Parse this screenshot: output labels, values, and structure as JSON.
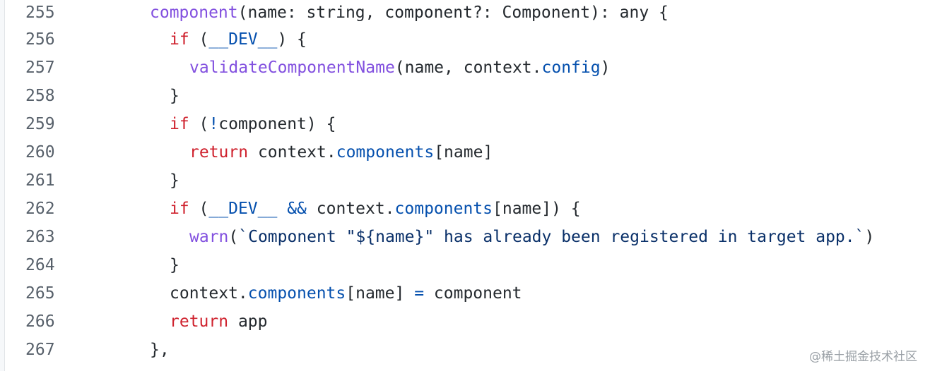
{
  "lines": [
    {
      "n": "255",
      "tokens": [
        {
          "t": "component",
          "c": "fn"
        },
        {
          "t": "(name: string, component?: Component): any {",
          "c": ""
        }
      ]
    },
    {
      "n": "256",
      "tokens": [
        {
          "t": "if",
          "c": "kw"
        },
        {
          "t": " (",
          "c": ""
        },
        {
          "t": "__DEV__",
          "c": "prop"
        },
        {
          "t": ") {",
          "c": ""
        }
      ]
    },
    {
      "n": "257",
      "tokens": [
        {
          "t": "validateComponentName",
          "c": "fn"
        },
        {
          "t": "(name, context.",
          "c": ""
        },
        {
          "t": "config",
          "c": "prop"
        },
        {
          "t": ")",
          "c": ""
        }
      ]
    },
    {
      "n": "258",
      "tokens": [
        {
          "t": "}",
          "c": ""
        }
      ]
    },
    {
      "n": "259",
      "tokens": [
        {
          "t": "if",
          "c": "kw"
        },
        {
          "t": " (",
          "c": ""
        },
        {
          "t": "!",
          "c": "op"
        },
        {
          "t": "component) {",
          "c": ""
        }
      ]
    },
    {
      "n": "260",
      "tokens": [
        {
          "t": "return",
          "c": "kw"
        },
        {
          "t": " context.",
          "c": ""
        },
        {
          "t": "components",
          "c": "prop"
        },
        {
          "t": "[name]",
          "c": ""
        }
      ]
    },
    {
      "n": "261",
      "tokens": [
        {
          "t": "}",
          "c": ""
        }
      ]
    },
    {
      "n": "262",
      "tokens": [
        {
          "t": "if",
          "c": "kw"
        },
        {
          "t": " (",
          "c": ""
        },
        {
          "t": "__DEV__",
          "c": "prop"
        },
        {
          "t": " ",
          "c": ""
        },
        {
          "t": "&&",
          "c": "op"
        },
        {
          "t": " context.",
          "c": ""
        },
        {
          "t": "components",
          "c": "prop"
        },
        {
          "t": "[name]) {",
          "c": ""
        }
      ]
    },
    {
      "n": "263",
      "tokens": [
        {
          "t": "warn",
          "c": "fn"
        },
        {
          "t": "(",
          "c": ""
        },
        {
          "t": "`Component \"${name}\" has already been registered in target app.`",
          "c": "str"
        },
        {
          "t": ")",
          "c": ""
        }
      ]
    },
    {
      "n": "264",
      "tokens": [
        {
          "t": "}",
          "c": ""
        }
      ]
    },
    {
      "n": "265",
      "tokens": [
        {
          "t": "context.",
          "c": ""
        },
        {
          "t": "components",
          "c": "prop"
        },
        {
          "t": "[name] ",
          "c": ""
        },
        {
          "t": "=",
          "c": "op"
        },
        {
          "t": " component",
          "c": ""
        }
      ]
    },
    {
      "n": "266",
      "tokens": [
        {
          "t": "return",
          "c": "kw"
        },
        {
          "t": " app",
          "c": ""
        }
      ]
    },
    {
      "n": "267",
      "tokens": [
        {
          "t": "},",
          "c": ""
        }
      ]
    }
  ],
  "watermark": "@稀土掘金技术社区",
  "colors": {
    "keyword": "#cf222e",
    "function": "#8250df",
    "property": "#0550ae",
    "string": "#0a3069",
    "text": "#24292e",
    "line_number": "#57606a"
  }
}
